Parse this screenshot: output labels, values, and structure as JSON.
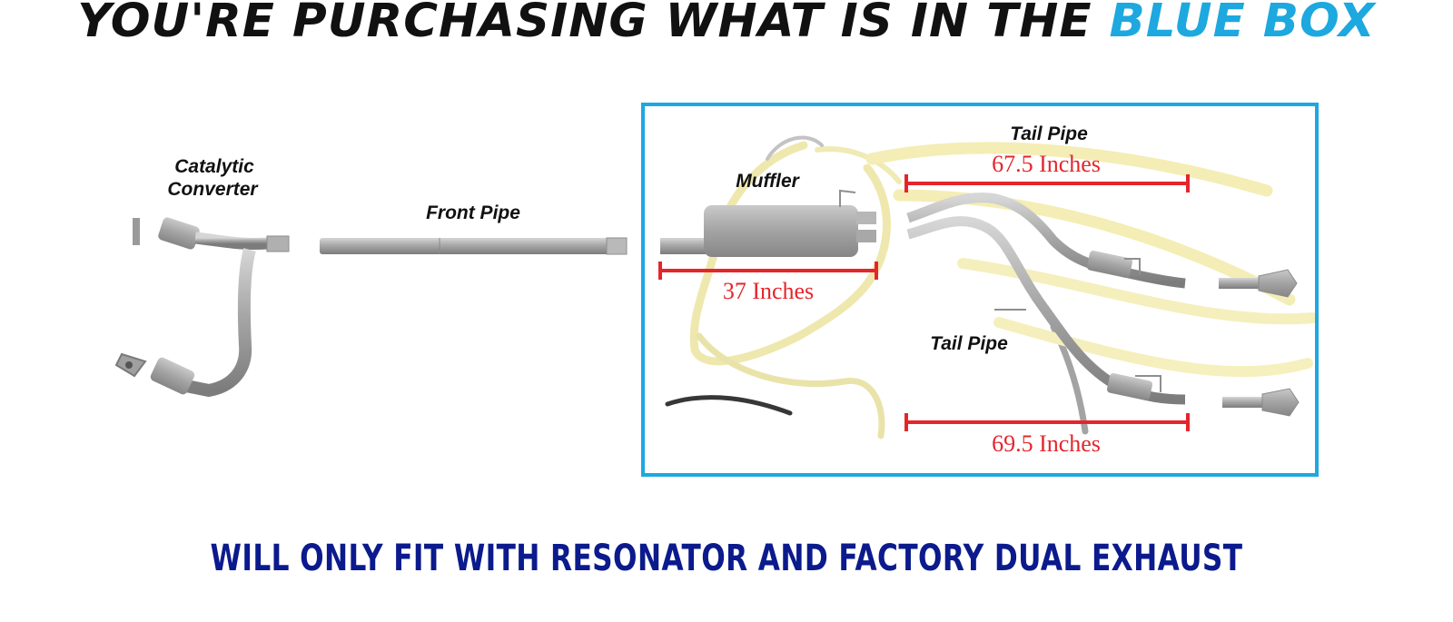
{
  "header": {
    "title_prefix": "YOU'RE PURCHASING WHAT IS IN THE",
    "title_highlight": "BLUE BOX"
  },
  "parts": {
    "catalytic_converter": {
      "line1": "Catalytic",
      "line2": "Converter"
    },
    "front_pipe": "Front Pipe",
    "muffler": "Muffler",
    "tail_pipe_upper": "Tail Pipe",
    "tail_pipe_lower": "Tail Pipe"
  },
  "dimensions": {
    "muffler": "37 Inches",
    "tail_pipe_upper": "67.5 Inches",
    "tail_pipe_lower": "69.5 Inches"
  },
  "footer": {
    "note": "WILL ONLY FIT WITH RESONATOR AND FACTORY DUAL EXHAUST"
  },
  "colors": {
    "highlight_box": "#1da8df",
    "dimension_line": "#e4262c",
    "footer_text": "#0b1a8c",
    "pipe": "#9a9a9a"
  },
  "icons": {
    "watermark": "horse-head-logo"
  }
}
